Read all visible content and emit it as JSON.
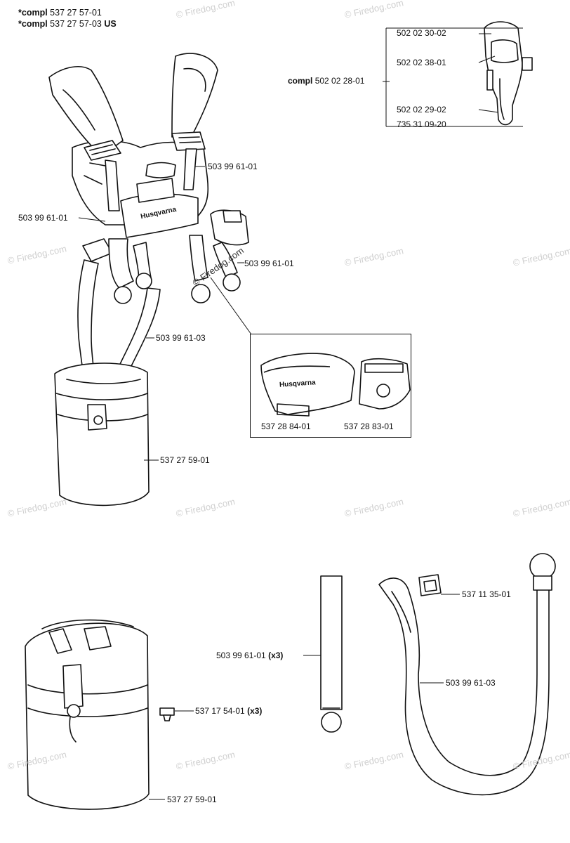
{
  "header": {
    "line1_prefix": "*compl",
    "line1_code": "537 27 57-01",
    "line2_prefix": "*compl",
    "line2_code": "537 27 57-03",
    "line2_suffix": "US"
  },
  "parts": {
    "hook_compl_prefix": "compl",
    "hook_compl_code": "502 02 28-01",
    "hook_a": "502 02 30-02",
    "hook_b": "502 02 38-01",
    "hook_c": "502 02 29-02",
    "hook_d": "735 31 09-20",
    "harness_strap_right": "503 99 61-01",
    "harness_strap_left": "503 99 61-01",
    "harness_pad_right": "503 99 61-01",
    "harness_belt": "503 99 61-03",
    "harness_hip_pad": "537 27 59-01",
    "inset_plate_left": "537 28 84-01",
    "inset_plate_right": "537 28 83-01",
    "strap_x3_code": "503 99 61-01",
    "strap_x3_qty": "(x3)",
    "buckle": "537 11 35-01",
    "belt_long": "503 99 61-03",
    "screw_code": "537 17 54-01",
    "screw_qty": "(x3)",
    "hip_pad_bottom": "537 27 59-01"
  },
  "branding": {
    "logo_text_main": "Husqvarna",
    "logo_text_inset": "Husqvarna",
    "watermark": "© Firedog.com"
  }
}
